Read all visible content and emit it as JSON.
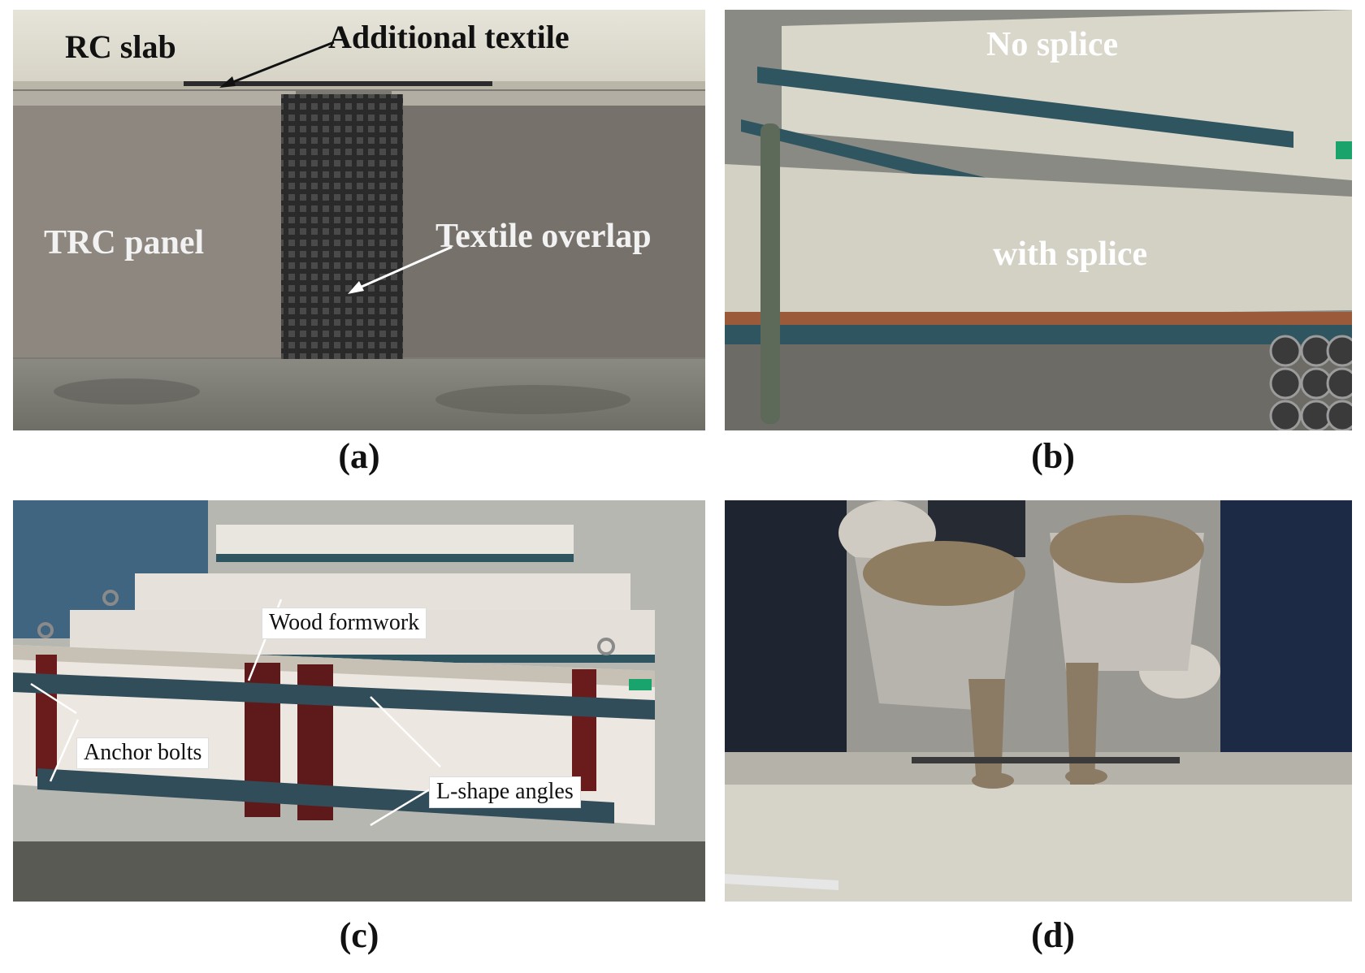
{
  "panels": {
    "a": {
      "caption": "(a)",
      "labels": {
        "rc_slab": "RC slab",
        "additional_textile": "Additional textile",
        "trc_panel": "TRC panel",
        "textile_overlap": "Textile overlap"
      }
    },
    "b": {
      "caption": "(b)",
      "labels": {
        "no_splice": "No splice",
        "with_splice": "with splice"
      }
    },
    "c": {
      "caption": "(c)",
      "labels": {
        "wood_formwork": "Wood formwork",
        "anchor_bolts": "Anchor bolts",
        "l_shape_angles": "L-shape angles"
      }
    },
    "d": {
      "caption": "(d)"
    }
  }
}
